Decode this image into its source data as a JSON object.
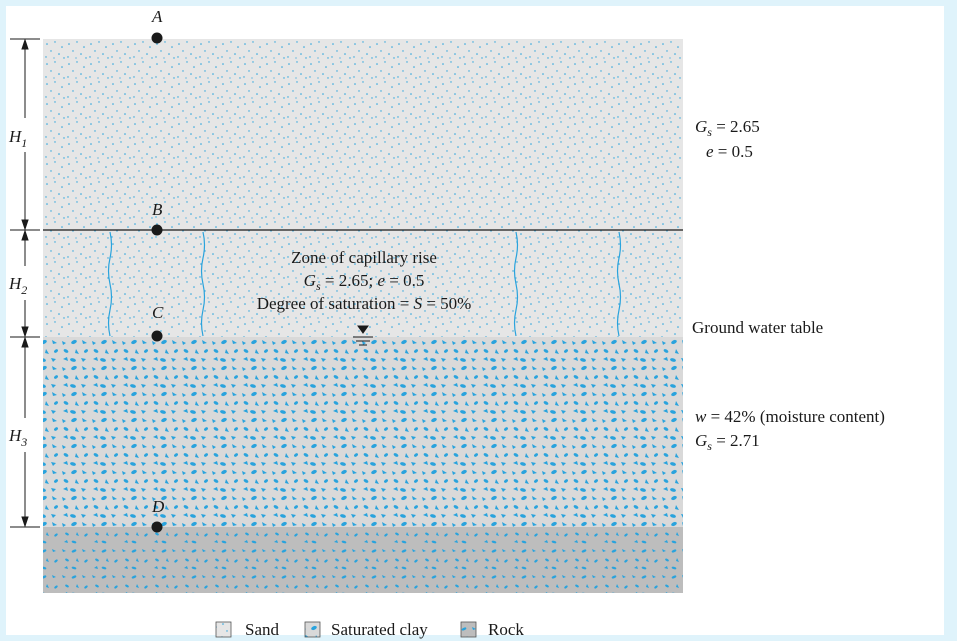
{
  "points": {
    "a": "A",
    "b": "B",
    "c": "C",
    "d": "D"
  },
  "heights": {
    "h1": "H",
    "h1_sub": "1",
    "h2": "H",
    "h2_sub": "2",
    "h3": "H",
    "h3_sub": "3"
  },
  "sand_props": {
    "gs_sym": "G",
    "gs_sub": "s",
    "gs_val": " = 2.65",
    "e_sym": "e",
    "e_val": " = 0.5"
  },
  "capillary": {
    "title": "Zone of capillary rise",
    "gs_sym": "G",
    "gs_sub": "s",
    "gs_val": " = 2.65; ",
    "e_sym": "e",
    "e_val": " = 0.5",
    "sat_text": "Degree of saturation = ",
    "sat_sym": "S",
    "sat_val": " = 50%"
  },
  "water_table": "Ground water table",
  "clay_props": {
    "w_sym": "w",
    "w_val": " = 42% (moisture content)",
    "gs_sym": "G",
    "gs_sub": "s",
    "gs_val": " = 2.71"
  },
  "legend": {
    "sand": "Sand",
    "clay": "Saturated clay",
    "rock": "Rock"
  },
  "colors": {
    "sand_fill": "#e6e6e6",
    "clay_fill": "#d9d9d9",
    "rock_fill": "#bdbdbd",
    "speck": "#29a3dd",
    "frame": "#dff3fb"
  }
}
